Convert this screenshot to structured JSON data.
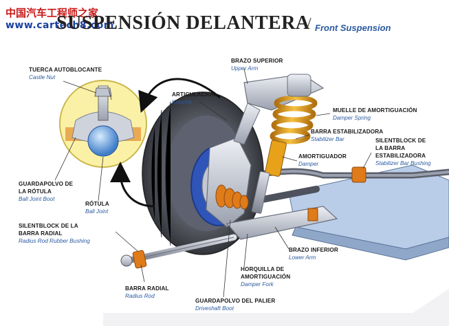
{
  "watermark": {
    "chinese": "中国汽车工程师之家",
    "site": "www.cartech8.com"
  },
  "title": {
    "es": "SUSPENSIÓN DELANTERA",
    "slash": "/",
    "en": "Front Suspension"
  },
  "labels": {
    "castle_nut": {
      "es": "TUERCA AUTOBLOCANTE",
      "en": "Castle Nut"
    },
    "upper_arm": {
      "es": "BRAZO SUPERIOR",
      "en": "Upper Arm"
    },
    "knuckle": {
      "es": "ARTICULACIÓN",
      "en": "Knuckle"
    },
    "damper_spring": {
      "es": "MUELLE DE AMORTIGUACIÓN",
      "en": "Damper Spring"
    },
    "stabilizer_bar": {
      "es": "BARRA ESTABILIZADORA",
      "en": "Stabilizer Bar"
    },
    "damper": {
      "es": "AMORTIGUADOR",
      "en": "Damper"
    },
    "stab_bushing": {
      "es1": "SILENTBLOCK DE",
      "es2": "LA BARRA",
      "es3": "ESTABILIZADORA",
      "en": "Stabilizer Bar Bushing"
    },
    "ball_joint_boot": {
      "es1": "GUARDAPOLVO DE",
      "es2": "LA RÓTULA",
      "en": "Ball Joint Boot"
    },
    "ball_joint": {
      "es": "RÓTULA",
      "en": "Ball Joint"
    },
    "radius_rod_bushing": {
      "es1": "SILENTBLOCK DE LA",
      "es2": "BARRA RADIAL",
      "en": "Radius Rod Rubber Bushing"
    },
    "lower_arm": {
      "es": "BRAZO INFERIOR",
      "en": "Lower Arm"
    },
    "damper_fork": {
      "es1": "HORQUILLA DE",
      "es2": "AMORTIGUACIÓN",
      "en": "Damper Fork"
    },
    "radius_rod": {
      "es": "BARRA RADIAL",
      "en": "Radius Rod"
    },
    "driveshaft_boot": {
      "es": "GUARDAPOLVO DEL PALIER",
      "en": "Driveshaft Boot"
    }
  },
  "colors": {
    "tire": "#4a4d57",
    "metal": "#c3c8d4",
    "spring": "#e8a21a",
    "bushing": "#e07b1a",
    "accent": "#2a5aa0",
    "inset": "#fbf1a6"
  }
}
